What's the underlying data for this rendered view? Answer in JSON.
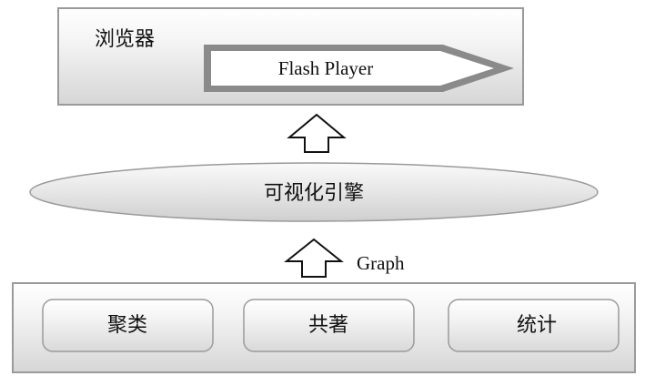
{
  "browser": {
    "label": "浏览器",
    "plugin_label": "Flash Player"
  },
  "engine": {
    "label": "可视化引擎"
  },
  "graph_arrow": {
    "label": "Graph"
  },
  "modules": [
    {
      "label": "聚类"
    },
    {
      "label": "共著"
    },
    {
      "label": "统计"
    }
  ]
}
